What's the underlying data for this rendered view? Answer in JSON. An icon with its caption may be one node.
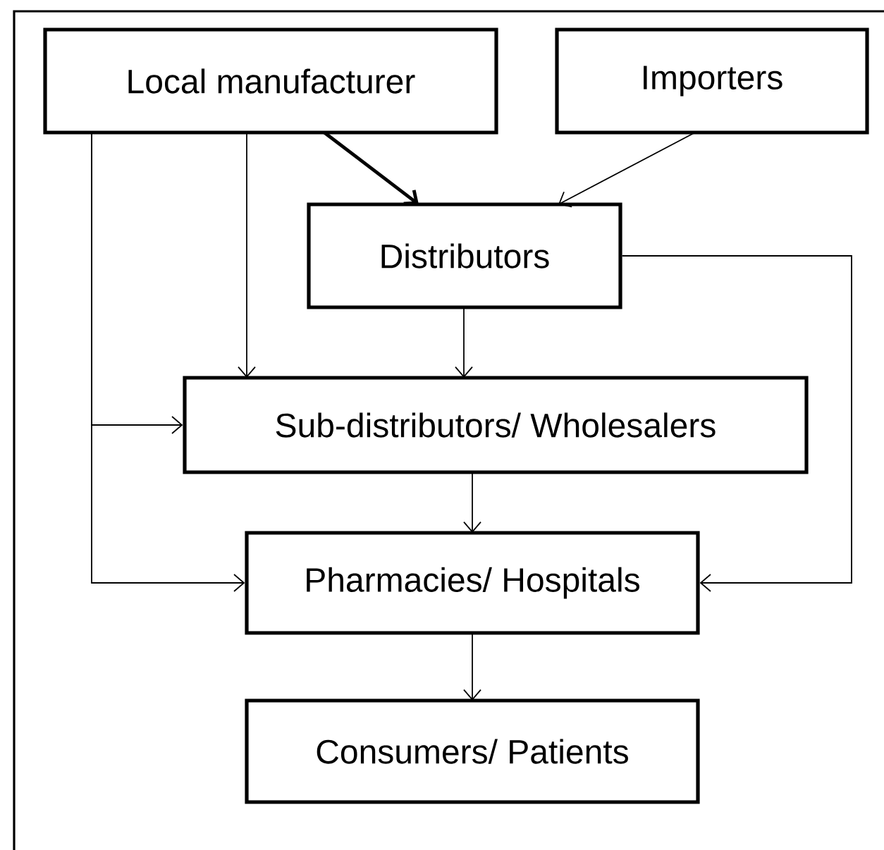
{
  "diagram": {
    "nodes": [
      {
        "text": [
          "Local manufacturer"
        ]
      },
      {
        "text": [
          "Importers"
        ]
      },
      {
        "text": [
          "Distributors"
        ]
      },
      {
        "text": [
          "Sub-distributors/ Wholesalers"
        ]
      },
      {
        "text": [
          "Pharmacies/ Hospitals"
        ]
      },
      {
        "text": [
          "Consumers/ Patients"
        ]
      }
    ],
    "edges": [
      {
        "from": 0,
        "to": 2,
        "arrow": "to",
        "style": "thick"
      },
      {
        "from": 1,
        "to": 2,
        "arrow": "to"
      },
      {
        "from": 0,
        "to": 3,
        "arrow": "to"
      },
      {
        "from": 0,
        "to": 3,
        "arrow": "to"
      },
      {
        "from": 0,
        "to": 4,
        "arrow": "to"
      },
      {
        "from": 2,
        "to": 3,
        "arrow": "to"
      },
      {
        "from": 2,
        "to": 4,
        "arrow": "to"
      },
      {
        "from": 3,
        "to": 4,
        "arrow": "to"
      },
      {
        "from": 4,
        "to": 5,
        "arrow": "to"
      }
    ]
  }
}
